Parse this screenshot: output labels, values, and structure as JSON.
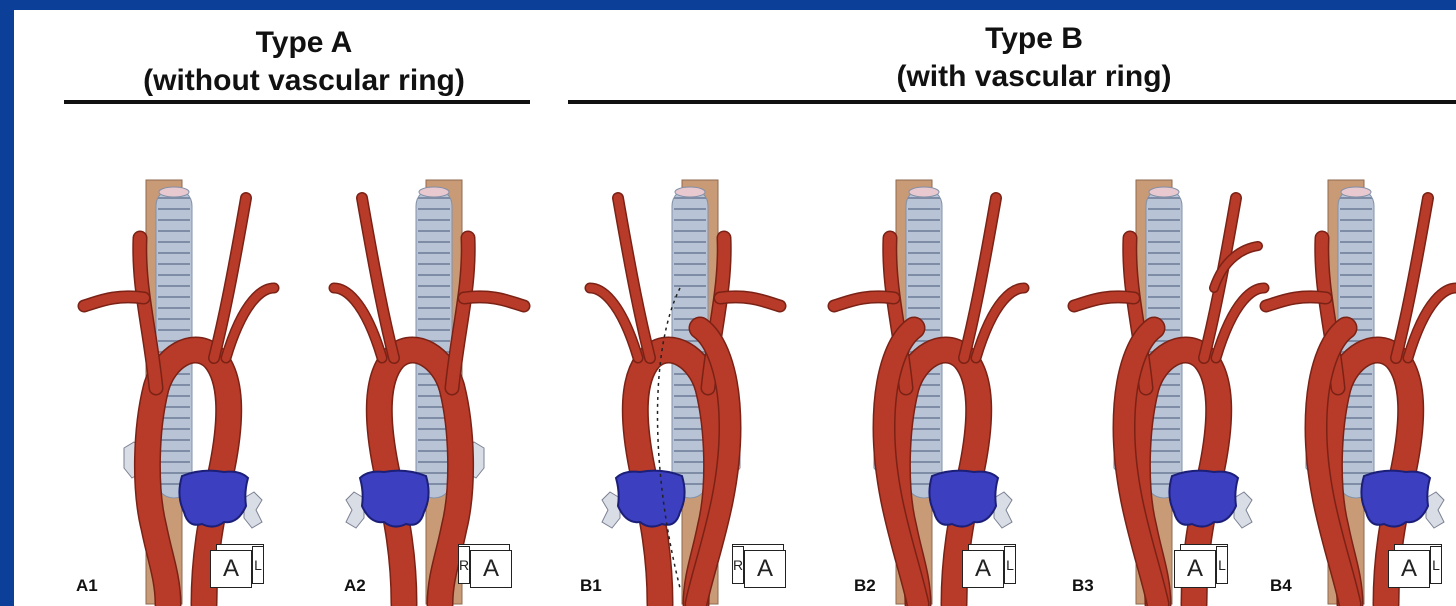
{
  "headings": {
    "type_a": {
      "title": "Type A",
      "subtitle": "(without vascular ring)"
    },
    "type_b": {
      "title": "Type B",
      "subtitle": "(with vascular ring)"
    }
  },
  "panels": [
    {
      "label": "A1",
      "cube_front": "A",
      "cube_side": "L",
      "side_position": "right"
    },
    {
      "label": "A2",
      "cube_front": "A",
      "cube_side": "R",
      "side_position": "left"
    },
    {
      "label": "B1",
      "cube_front": "A",
      "cube_side": "R",
      "side_position": "left"
    },
    {
      "label": "B2",
      "cube_front": "A",
      "cube_side": "L",
      "side_position": "right"
    },
    {
      "label": "B3",
      "cube_front": "A",
      "cube_side": "L",
      "side_position": "right"
    },
    {
      "label": "B4",
      "cube_front": "A",
      "cube_side": "L",
      "side_position": "right"
    }
  ],
  "colors": {
    "background": "#0b3f98",
    "artery": "#b83a28",
    "trachea": "#b8c4d6",
    "esophagus": "#c99a76",
    "vertebra_mass": "#3b3fc0"
  }
}
